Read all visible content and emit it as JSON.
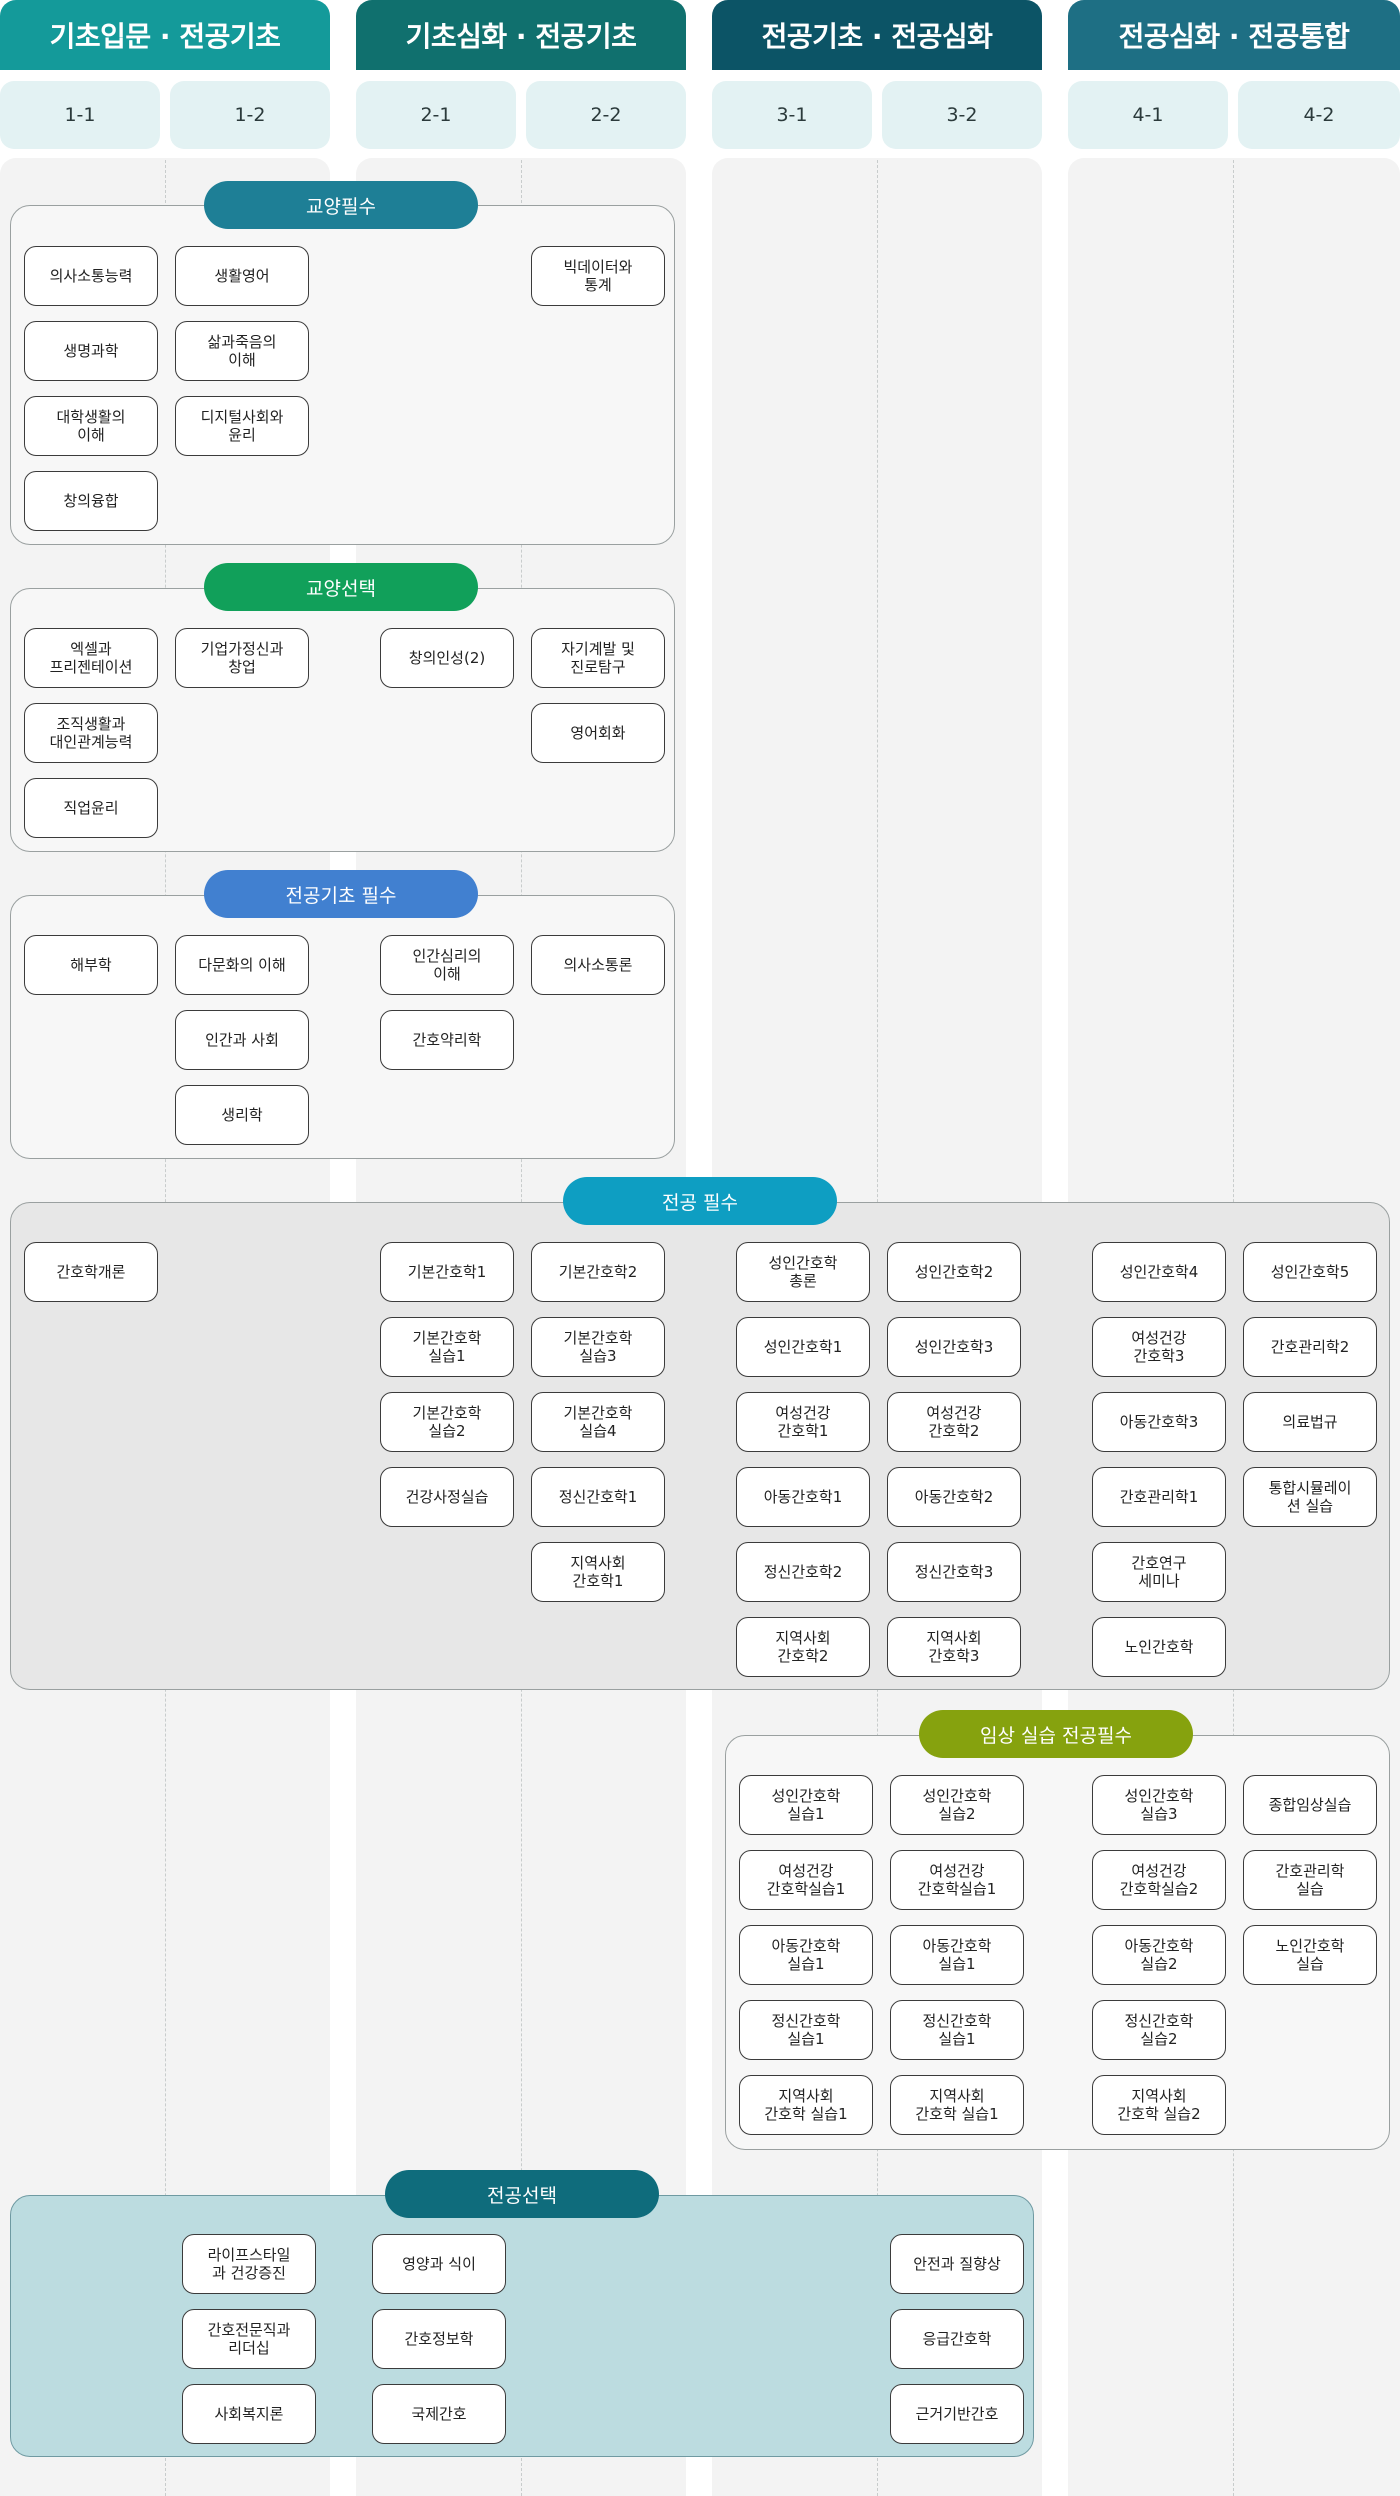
{
  "years": [
    {
      "label": "기초입문 · 전공기초",
      "color": "#149a9a"
    },
    {
      "label": "기초심화 · 전공기초",
      "color": "#10706e"
    },
    {
      "label": "전공기초 · 전공심화",
      "color": "#0c5466"
    },
    {
      "label": "전공심화 · 전공통합",
      "color": "#1e6f84"
    }
  ],
  "semesters": [
    "1-1",
    "1-2",
    "2-1",
    "2-2",
    "3-1",
    "3-2",
    "4-1",
    "4-2"
  ],
  "groups": {
    "liberal_required": {
      "label": "교양필수",
      "color": "#1e7f96"
    },
    "liberal_elective": {
      "label": "교양선택",
      "color": "#11a05a"
    },
    "major_basic_required": {
      "label": "전공기초 필수",
      "color": "#4180d0"
    },
    "major_required": {
      "label": "전공 필수",
      "color": "#0e9ec2"
    },
    "clinical_required": {
      "label": "임상 실습 전공필수",
      "color": "#86a20e"
    },
    "major_elective": {
      "label": "전공선택",
      "color": "#0f6c7c"
    }
  },
  "courses": {
    "liberal_required": [
      "의사소통능력",
      "생활영어",
      "빅데이터와\n통계",
      "생명과학",
      "삶과죽음의\n이해",
      "대학생활의\n이해",
      "디지털사회와\n윤리",
      "창의융합"
    ],
    "liberal_elective": [
      "엑셀과\n프리젠테이션",
      "기업가정신과\n창업",
      "창의인성(2)",
      "자기계발 및\n진로탐구",
      "조직생활과\n대인관계능력",
      "영어회화",
      "직업윤리"
    ],
    "major_basic_required": [
      "해부학",
      "다문화의 이해",
      "인간심리의\n이해",
      "의사소통론",
      "인간과 사회",
      "간호약리학",
      "생리학"
    ],
    "major_required": [
      "간호학개론",
      "기본간호학1",
      "기본간호학2",
      "성인간호학\n총론",
      "성인간호학2",
      "성인간호학4",
      "성인간호학5",
      "기본간호학\n실습1",
      "기본간호학\n실습3",
      "성인간호학1",
      "성인간호학3",
      "여성건강\n간호학3",
      "간호관리학2",
      "기본간호학\n실습2",
      "기본간호학\n실습4",
      "여성건강\n간호학1",
      "여성건강\n간호학2",
      "아동간호학3",
      "의료법규",
      "건강사정실습",
      "정신간호학1",
      "아동간호학1",
      "아동간호학2",
      "간호관리학1",
      "통합시뮬레이\n션 실습",
      "지역사회\n간호학1",
      "정신간호학2",
      "정신간호학3",
      "간호연구\n세미나",
      "지역사회\n간호학2",
      "지역사회\n간호학3",
      "노인간호학"
    ],
    "clinical_required": [
      "성인간호학\n실습1",
      "성인간호학\n실습2",
      "성인간호학\n실습3",
      "종합임상실습",
      "여성건강\n간호학실습1",
      "여성건강\n간호학실습1",
      "여성건강\n간호학실습2",
      "간호관리학\n실습",
      "아동간호학\n실습1",
      "아동간호학\n실습1",
      "아동간호학\n실습2",
      "노인간호학\n실습",
      "정신간호학\n실습1",
      "정신간호학\n실습1",
      "정신간호학\n실습2",
      "지역사회\n간호학 실습1",
      "지역사회\n간호학 실습1",
      "지역사회\n간호학 실습2"
    ],
    "major_elective": [
      "라이프스타일\n과 건강증진",
      "영양과 식이",
      "안전과 질향상",
      "간호전문직과\n리더십",
      "간호정보학",
      "응급간호학",
      "사회복지론",
      "국제간호",
      "근거기반간호"
    ]
  }
}
